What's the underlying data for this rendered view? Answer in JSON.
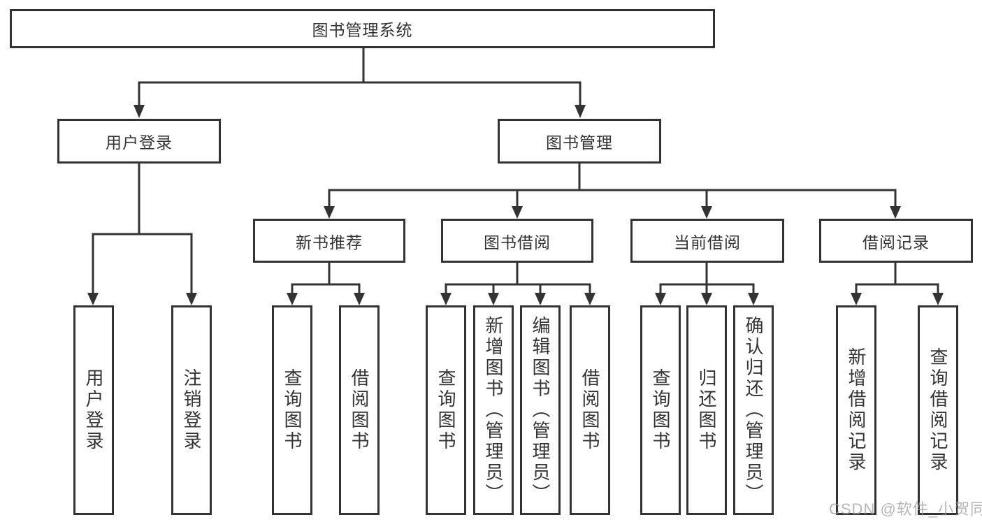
{
  "tree": {
    "root": {
      "label": "图书管理系统"
    },
    "branches": [
      {
        "label": "用户登录",
        "children": [
          {
            "label": "用户登录"
          },
          {
            "label": "注销登录"
          }
        ]
      },
      {
        "label": "图书管理",
        "groups": [
          {
            "label": "新书推荐",
            "children": [
              {
                "label": "查询图书"
              },
              {
                "label": "借阅图书"
              }
            ]
          },
          {
            "label": "图书借阅",
            "children": [
              {
                "label": "查询图书"
              },
              {
                "label": "新增图书（管理员）"
              },
              {
                "label": "编辑图书（管理员）"
              },
              {
                "label": "借阅图书"
              }
            ]
          },
          {
            "label": "当前借阅",
            "children": [
              {
                "label": "查询图书"
              },
              {
                "label": "归还图书"
              },
              {
                "label": "确认归还（管理员）"
              }
            ]
          },
          {
            "label": "借阅记录",
            "children": [
              {
                "label": "新增借阅记录"
              },
              {
                "label": "查询借阅记录"
              }
            ]
          }
        ]
      }
    ]
  },
  "watermark": {
    "text": "CSDN @软件_小贺同学"
  },
  "colors": {
    "line": "#333333",
    "text": "#333333",
    "background": "#ffffff",
    "watermark": "#9e9e9e"
  }
}
